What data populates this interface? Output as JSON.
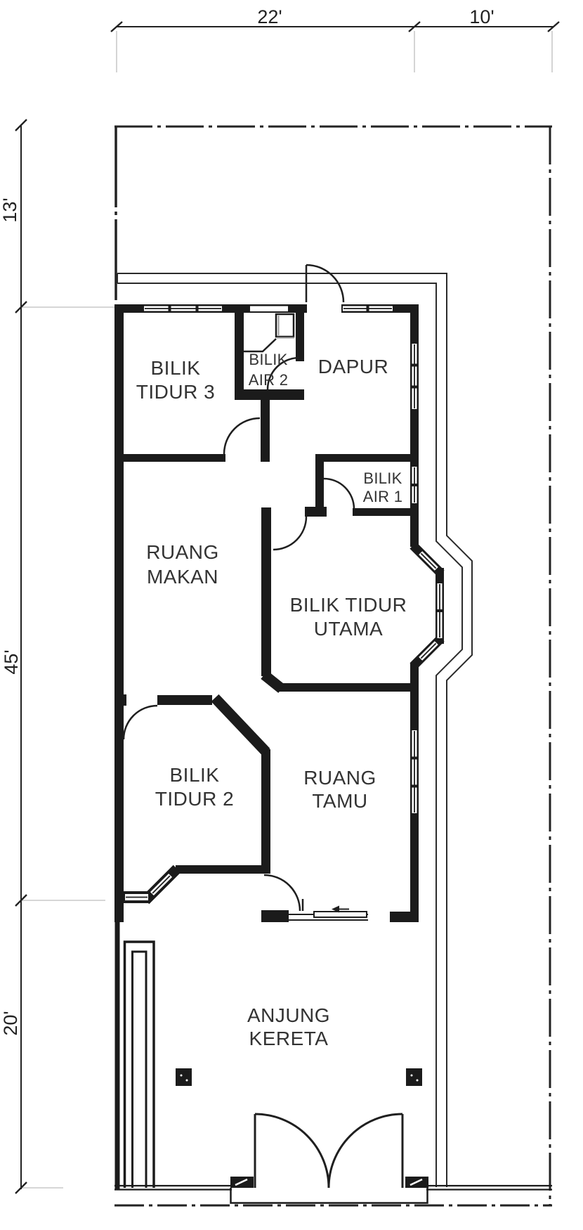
{
  "document": {
    "type": "architectural-floor-plan",
    "language": "Malay"
  },
  "rooms": {
    "bilik_tidur_3": {
      "line1": "BILIK",
      "line2": "TIDUR 3"
    },
    "bilik_air_2": {
      "line1": "BILIK",
      "line2": "AIR 2"
    },
    "dapur": {
      "line1": "DAPUR"
    },
    "bilik_air_1": {
      "line1": "BILIK",
      "line2": "AIR 1"
    },
    "ruang_makan": {
      "line1": "RUANG",
      "line2": "MAKAN"
    },
    "bilik_tidur_utama": {
      "line1": "BILIK TIDUR",
      "line2": "UTAMA"
    },
    "ruang_tamu": {
      "line1": "RUANG",
      "line2": "TAMU"
    },
    "bilik_tidur_2": {
      "line1": "BILIK",
      "line2": "TIDUR 2"
    },
    "anjung_kereta": {
      "line1": "ANJUNG",
      "line2": "KERETA"
    }
  },
  "dimensions": {
    "top_width_1": "22'",
    "top_width_2": "10'",
    "left_depth_1": "13'",
    "left_depth_2": "45'",
    "left_depth_3": "20'"
  },
  "colors": {
    "wall": "#1b1b1b",
    "line": "#222222",
    "thin_line": "#2b2b2b",
    "extension_line": "#c9c9c9",
    "text": "#333333",
    "background": "#ffffff"
  }
}
